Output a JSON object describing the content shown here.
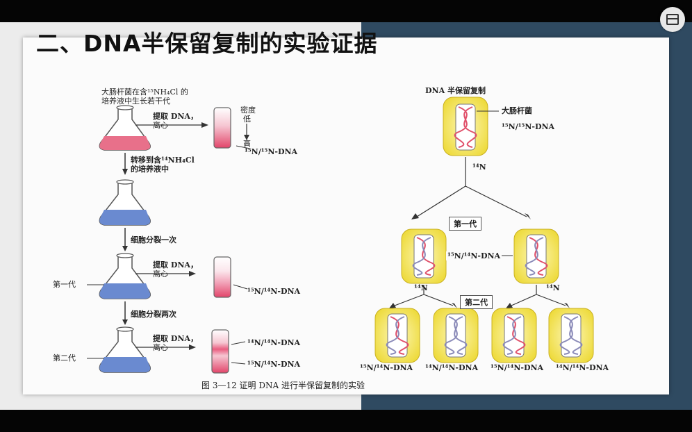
{
  "slide": {
    "title": "二、DNA半保留复制的实验证据",
    "caption": "图 3—12    证明 DNA 进行半保留复制的实验"
  },
  "left": {
    "grow_label_1": "大肠杆菌在含¹⁵NH₄Cl 的",
    "grow_label_2": "培养液中生长若干代",
    "extract_1": "提取 DNA，",
    "extract_1b": "离心",
    "density": "密度",
    "density_low": "低",
    "density_high": "高",
    "band_1": "¹⁵N/¹⁵N-DNA",
    "transfer_1": "转移到含¹⁴NH₄Cl",
    "transfer_2": "的培养液中",
    "divide_once": "细胞分裂一次",
    "gen1": "第一代",
    "extract_2": "提取 DNA，",
    "extract_2b": "离心",
    "band_2": "¹⁵N/¹⁴N-DNA",
    "divide_twice": "细胞分裂两次",
    "gen2": "第二代",
    "extract_3": "提取 DNA，",
    "extract_3b": "离心",
    "band_3a": "¹⁴N/¹⁴N-DNA",
    "band_3b": "¹⁵N/¹⁴N-DNA"
  },
  "right": {
    "heading": "DNA 半保留复制",
    "ecoli": "大肠杆菌",
    "parent_dna": "¹⁵N/¹⁵N-DNA",
    "n14_top": "¹⁴N",
    "gen1_box": "第一代",
    "gen1_dna": "¹⁵N/¹⁴N-DNA",
    "n14_left": "¹⁴N",
    "n14_right": "¹⁴N",
    "gen2_box": "第二代",
    "gen2_dna": [
      "¹⁵N/¹⁴N-DNA",
      "¹⁴N/¹⁴N-DNA",
      "¹⁵N/¹⁴N-DNA",
      "¹⁴N/¹⁴N-DNA"
    ]
  },
  "colors": {
    "heavy_strand": "#e0506a",
    "light_strand": "#8a8ab8",
    "cell_yellow": "#f2e35a",
    "heavy_medium": "#e8708a",
    "light_medium": "#6a8ad0"
  }
}
